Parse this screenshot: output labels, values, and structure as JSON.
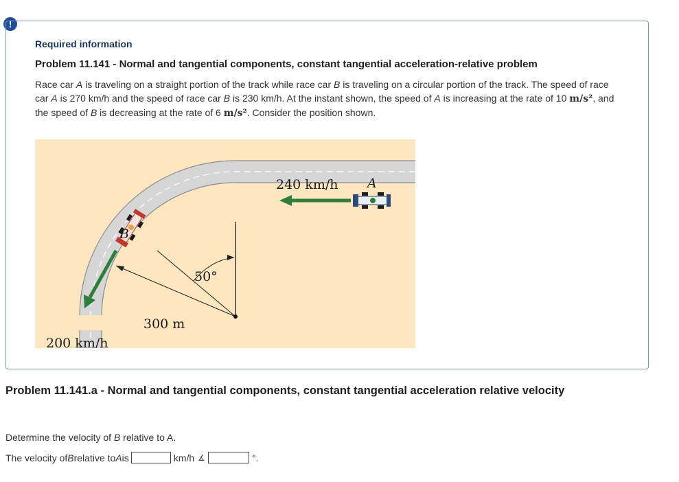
{
  "alert": {
    "icon": "exclamation-icon",
    "glyph": "!"
  },
  "info": {
    "required_label": "Required information",
    "problem_title": "Problem 11.141 - Normal and tangential components, constant tangential acceleration-relative problem",
    "text": {
      "p1": "Race car ",
      "carA": "A",
      "p2": " is traveling on a straight portion of the track while race car ",
      "carB": "B",
      "p3": " is traveling on a circular portion of the track. The speed of race car ",
      "carA2": "A",
      "p4": " is 270 km/h and the speed of race car ",
      "carB2": "B",
      "p5": " is 230 km/h. At the instant shown, the speed of ",
      "carA3": "A",
      "p6": " is increasing at the rate of 10 ",
      "unit1": "m/s²",
      "p7": ", and the speed of ",
      "carB3": "B",
      "p8": " is decreasing at the rate of 6 ",
      "unit2": "m/s²",
      "p9": ". Consider the position shown."
    }
  },
  "figure": {
    "label_speed_a": "240 km/h",
    "label_a": "A",
    "label_b": "B",
    "label_angle": "50°",
    "label_radius": "300 m",
    "label_speed_b": "200 km/h",
    "colors": {
      "background": "#fde6c0",
      "track": "#d6d6d6",
      "arrow": "#2f7d3a"
    }
  },
  "subproblem": {
    "title": "Problem 11.141.a - Normal and tangential components, constant tangential acceleration relative velocity",
    "question_prefix": "Determine the velocity of ",
    "question_var_b": "B",
    "question_suffix": " relative to A.",
    "answer_prefix": "The velocity of ",
    "answer_var_b": "B",
    "answer_middle": " relative to ",
    "answer_var_a": "A",
    "answer_is": " is",
    "unit_kmh": "km/h",
    "angle_icon": "angle-icon",
    "angle_glyph": "∡",
    "degree_unit": "°.",
    "speed_value": "",
    "angle_value": ""
  }
}
